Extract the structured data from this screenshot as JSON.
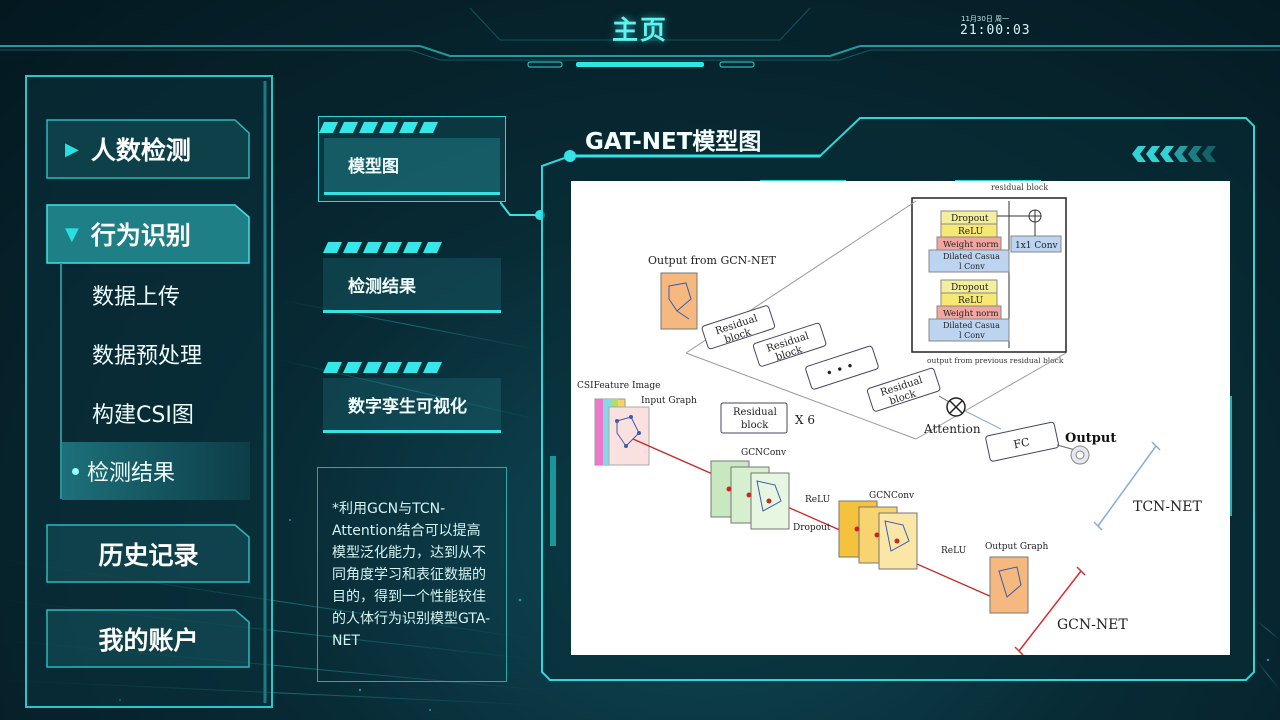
{
  "header": {
    "title": "主页",
    "date": "11月30日 周一",
    "time": "21:00:03"
  },
  "sidebar": {
    "people_count": "人数检测",
    "behavior": "行为识别",
    "sub_items": [
      {
        "label": "数据上传"
      },
      {
        "label": "数据预处理"
      },
      {
        "label": "构建CSI图"
      },
      {
        "label": "检测结果"
      }
    ],
    "history": "历史记录",
    "account": "我的账户"
  },
  "tabs": [
    {
      "label": "模型图"
    },
    {
      "label": "检测结果"
    },
    {
      "label": "数字孪生可视化"
    }
  ],
  "description": "*利用GCN与TCN-Attention结合可以提高模型泛化能力，达到从不同角度学习和表征数据的目的，得到一个性能较佳的人体行为识别模型GTA-NET",
  "panel": {
    "title": "GAT-NET模型图"
  },
  "diagram": {
    "residual_block_caption": "residual block",
    "dropout": "Dropout",
    "relu": "ReLU",
    "weight_norm": "Weight norm",
    "dilated_1": "Dilated Casua",
    "dilated_2": "l Conv",
    "conv1x1": "1x1 Conv",
    "prev_block": "output from previous residual block",
    "output_gcn": "Output from GCN-NET",
    "residual_1": "Residual",
    "residual_2": "block",
    "dots": "• • •",
    "x6": "X 6",
    "attention": "Attention",
    "fc": "FC",
    "output": "Output",
    "csi_feature": "CSIFeature Image",
    "input_graph": "Input Graph",
    "gcnconv": "GCNConv",
    "relu_lower": "ReLU",
    "dropout_lower": "Dropout",
    "output_graph": "Output Graph",
    "tcn_net": "TCN-NET",
    "gcn_net": "GCN-NET"
  }
}
